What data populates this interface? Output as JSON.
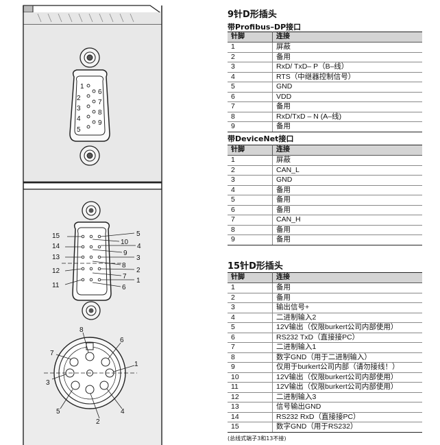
{
  "drawing": {
    "db9_top_pins_left": [
      "1",
      "2",
      "3",
      "4",
      "5"
    ],
    "db9_top_pins_right": [
      "6",
      "7",
      "8",
      "9"
    ],
    "db15_pins_left": [
      "15",
      "14",
      "13",
      "12",
      "11"
    ],
    "db15_pins_right": [
      "5",
      "10",
      "4",
      "9",
      "3",
      "8",
      "2",
      "7",
      "1",
      "6"
    ],
    "circular_pins": [
      "8",
      "6",
      "7",
      "1",
      "3",
      "5",
      "2",
      "4"
    ]
  },
  "section_db9": {
    "title": "9针D形插头",
    "profibus": {
      "title": "带Profibus–DP接口",
      "headers": [
        "针脚",
        "连接"
      ],
      "rows": [
        [
          "1",
          "屏蔽"
        ],
        [
          "2",
          "备用"
        ],
        [
          "3",
          "RxD/ TxD– P（B–线）"
        ],
        [
          "4",
          "RTS（中继器控制信号）"
        ],
        [
          "5",
          "GND"
        ],
        [
          "6",
          "VDD"
        ],
        [
          "7",
          "备用"
        ],
        [
          "8",
          "RxD/TxD – N (A–线)"
        ],
        [
          "9",
          "备用"
        ]
      ]
    },
    "devicenet": {
      "title": "带DeviceNet接口",
      "headers": [
        "针脚",
        "连接"
      ],
      "rows": [
        [
          "1",
          "屏蔽"
        ],
        [
          "2",
          "CAN_L"
        ],
        [
          "3",
          "GND"
        ],
        [
          "4",
          "备用"
        ],
        [
          "5",
          "备用"
        ],
        [
          "6",
          "备用"
        ],
        [
          "7",
          "CAN_H"
        ],
        [
          "8",
          "备用"
        ],
        [
          "9",
          "备用"
        ]
      ]
    }
  },
  "section_db15": {
    "title": "15针D形插头",
    "headers": [
      "针脚",
      "连接"
    ],
    "rows": [
      [
        "1",
        "备用"
      ],
      [
        "2",
        "备用"
      ],
      [
        "3",
        "输出信号+"
      ],
      [
        "4",
        "二进制输入2"
      ],
      [
        "5",
        "12V输出（仅限burkert公司内部使用）"
      ],
      [
        "6",
        "RS232 TxD（直接接PC）"
      ],
      [
        "7",
        "二进制输入1"
      ],
      [
        "8",
        "数字GND（用于二进制输入）"
      ],
      [
        "9",
        "仅用于burkert公司内部（请勿接线！）"
      ],
      [
        "10",
        "12V输出（仅限burkert公司内部使用）"
      ],
      [
        "11",
        "12V输出（仅限burkert公司内部使用）"
      ],
      [
        "12",
        "二进制输入3"
      ],
      [
        "13",
        "信号输出GND"
      ],
      [
        "14",
        "RS232 RxD（直接接PC）"
      ],
      [
        "15",
        "数字GND（用于RS232）"
      ]
    ],
    "footnote": "(总线式端子3和13不接)"
  }
}
